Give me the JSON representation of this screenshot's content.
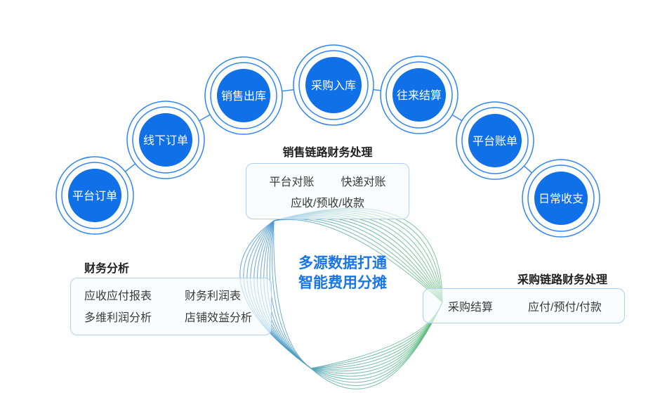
{
  "diagram": {
    "nodes": [
      {
        "label": "平台订单"
      },
      {
        "label": "线下订单"
      },
      {
        "label": "销售出库"
      },
      {
        "label": "采购入库"
      },
      {
        "label": "往来结算"
      },
      {
        "label": "平台账单"
      },
      {
        "label": "日常收支"
      }
    ],
    "headline": {
      "line1": "多源数据打通",
      "line2": "智能费用分摊"
    },
    "panels": {
      "sales": {
        "title": "销售链路财务处理",
        "items": [
          "平台对账",
          "快递对账",
          "应收/预收/收款"
        ]
      },
      "finance": {
        "title": "财务分析",
        "items": [
          "应收应付报表",
          "财务利润表",
          "多维利润分析",
          "店铺效益分析"
        ]
      },
      "purchase": {
        "title": "采购链路财务处理",
        "items": [
          "采购结算",
          "应付/预付/付款"
        ]
      }
    },
    "colors": {
      "node_fill": "#1070e8",
      "node_ring": "#2f85f5",
      "headline_text": "#1a75e8",
      "panel_border": "#aed0f2",
      "swirl_blue": "#4590e2",
      "swirl_teal": "#52ab9b",
      "swirl_green": "#66c26f"
    }
  }
}
